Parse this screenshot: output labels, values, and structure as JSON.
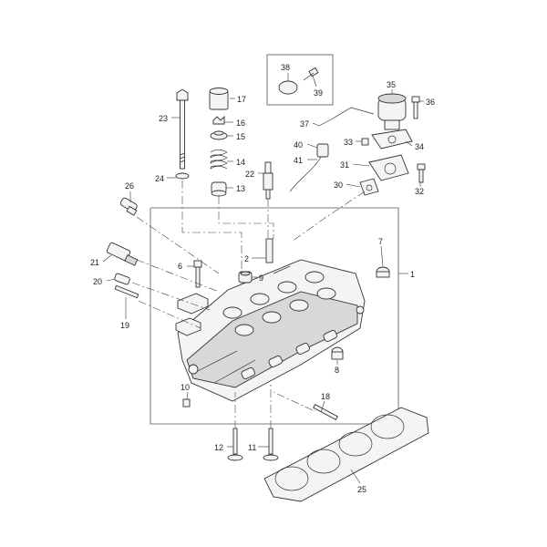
{
  "labels": {
    "p1": "1",
    "p2": "2",
    "p6": "6",
    "p7": "7",
    "p8": "8",
    "p9": "9",
    "p10": "10",
    "p11": "11",
    "p12": "12",
    "p13": "13",
    "p14": "14",
    "p15": "15",
    "p16": "16",
    "p17": "17",
    "p18": "18",
    "p19": "19",
    "p20": "20",
    "p21": "21",
    "p22": "22",
    "p23": "23",
    "p24": "24",
    "p25": "25",
    "p26": "26",
    "p30": "30",
    "p31": "31",
    "p32": "32",
    "p33": "33",
    "p34": "34",
    "p35": "35",
    "p36": "36",
    "p37": "37",
    "p38": "38",
    "p39": "39",
    "p40": "40",
    "p41": "41"
  },
  "colors": {
    "line": "#333333",
    "fill": "#f4f4f4",
    "background": "#ffffff"
  }
}
